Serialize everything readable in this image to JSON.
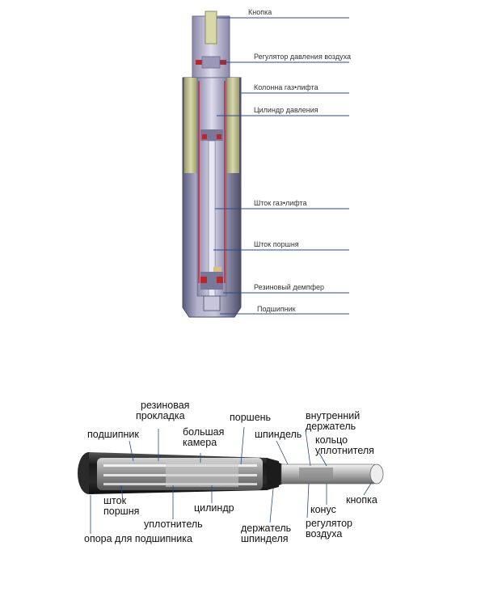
{
  "top_labels": {
    "knopka": "Кнопка",
    "regulator": "Регулятор давления воздуха",
    "kolonna": "Колонна газ•лифта",
    "cilindr": "Цилиндр давления",
    "shtok_gaz": "Шток газ•лифта",
    "shtok_porshnya": "Шток поршня",
    "dempfer": "Резиновый демпфер",
    "podshipnik": "Подшипник"
  },
  "bottom_labels": {
    "rezinovaya_1": "резиновая",
    "rezinovaya_2": "прокладка",
    "podshipnik": "подшипник",
    "bolshaya_1": "большая",
    "bolshaya_2": "камера",
    "porshen": "поршень",
    "shpindel": "шпиндель",
    "vnutr_1": "внутренний",
    "vnutr_2": "держатель",
    "kolco_1": "кольцо",
    "kolco_2": "уплотнителя",
    "shtok_1": "шток",
    "shtok_2": "поршня",
    "uplotnitel": "уплотнитель",
    "cilindr": "цилиндр",
    "konus": "конус",
    "knopka": "кнопка",
    "regulator_1": "регулятор",
    "regulator_2": "воздуха",
    "derzhatel_1": "держатель",
    "derzhatel_2": "шпинделя",
    "opora": "опора для подшипника"
  },
  "colors": {
    "leader_line": "#2a4a8a",
    "tube_body": "#a8a6c0",
    "tube_dark": "#4a4a6a",
    "olive_sleeve": "#c8c89a",
    "seal_red": "#b8282a",
    "black_body": "#222222",
    "chrome": "#d8d8d8"
  }
}
